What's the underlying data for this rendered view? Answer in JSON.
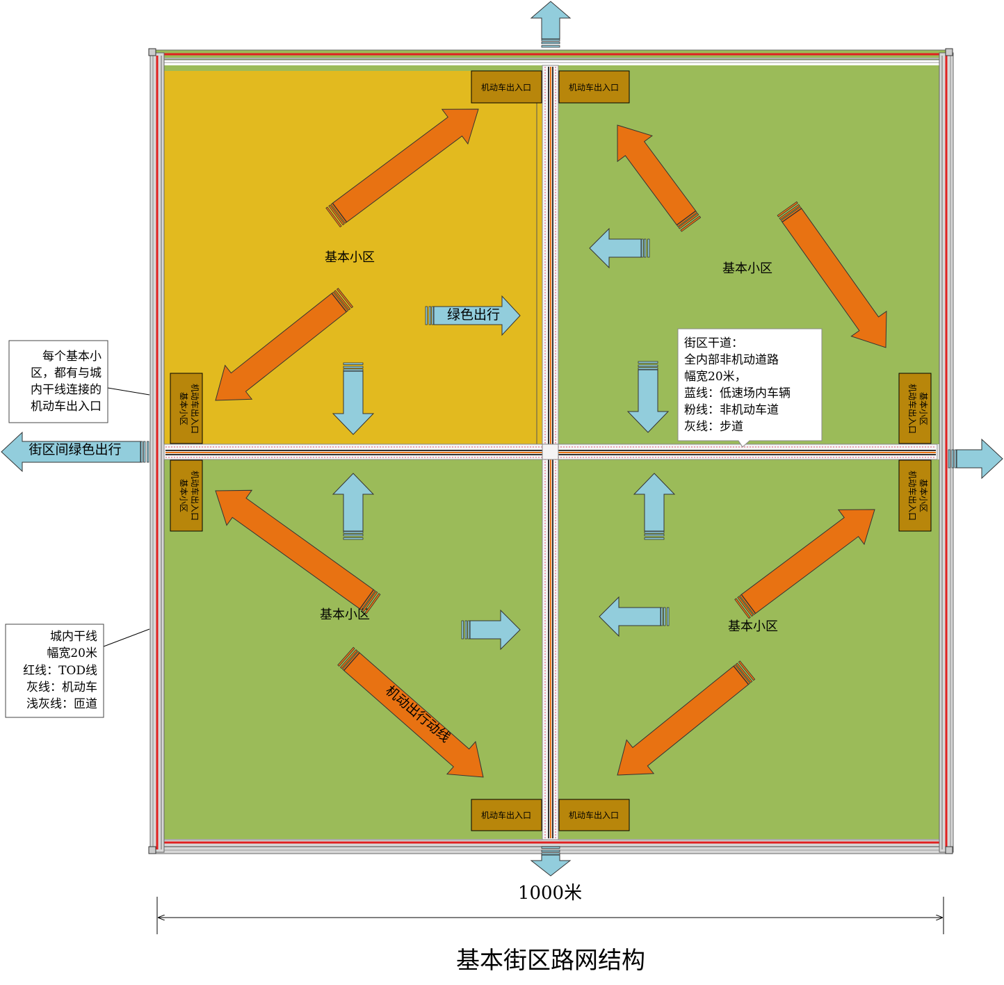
{
  "diagram": {
    "title": "基本街区路网结构",
    "scale_label": "1000米",
    "blocks": {
      "top_left": "基本小区",
      "top_right": "基本小区",
      "bottom_left": "基本小区",
      "bottom_right": "基本小区"
    },
    "entrances": {
      "horizontal_label": "机动车出入口",
      "vertical_line1": "基本小区",
      "vertical_line2": "机动车出入口"
    },
    "green_travel_label": "绿色出行",
    "inter_block_label": "街区间绿色出行",
    "motor_flow_label": "机动出行动线",
    "callout_left_top": [
      "每个基本小",
      "区，都有与城",
      "内干线连接的",
      "机动车出入口"
    ],
    "callout_left_bottom": [
      "城内干线",
      "幅宽20米",
      "红线：TOD线",
      "灰线：机动车",
      "浅灰线：匝道"
    ],
    "callout_street": [
      "街区干道：",
      "全内部非机动道路",
      "幅宽20米，",
      "蓝线：低速场内车辆",
      "粉线：非机动车道",
      "灰线：步道"
    ],
    "colors": {
      "yellow_block": "#e2ba1f",
      "green_block": "#9bbb59",
      "orange_arrow": "#e87212",
      "blue_arrow": "#92cddc",
      "entrance_box": "#b8860b",
      "tod_line": "#e02020"
    }
  }
}
